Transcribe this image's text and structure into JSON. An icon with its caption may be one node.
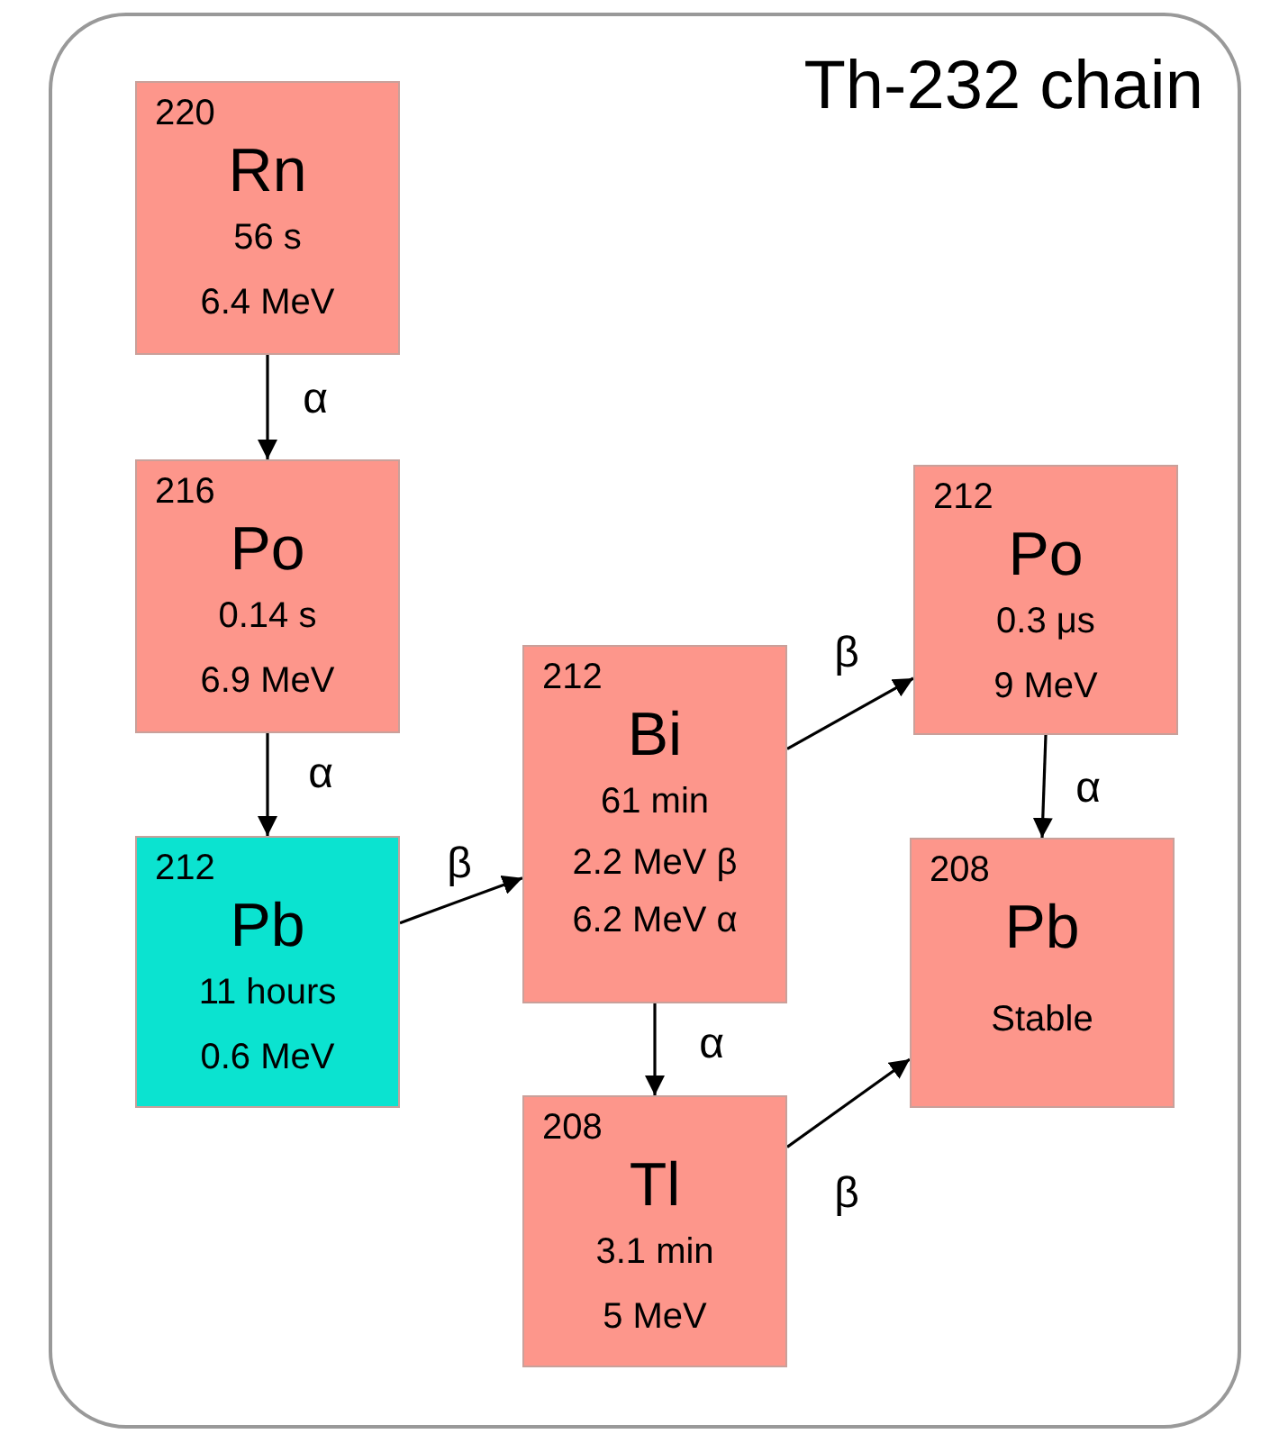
{
  "diagram": {
    "title": "Th-232 chain",
    "nodes": [
      {
        "text": [
          "220",
          "Rn",
          "56 s",
          "6.4 MeV"
        ]
      },
      {
        "text": [
          "216",
          "Po",
          "0.14 s",
          "6.9 MeV"
        ]
      },
      {
        "text": [
          "212",
          "Pb",
          "11 hours",
          "0.6 MeV"
        ]
      },
      {
        "text": [
          "212",
          "Bi",
          "61 min",
          "2.2 MeV β",
          "6.2 MeV α"
        ]
      },
      {
        "text": [
          "212",
          "Po",
          "0.3 μs",
          "9 MeV"
        ]
      },
      {
        "text": [
          "208",
          "Pb",
          "Stable"
        ]
      },
      {
        "text": [
          "208",
          "Tl",
          "3.1 min",
          "5 MeV"
        ]
      }
    ],
    "edges": [
      {
        "from": 0,
        "to": 1,
        "arrow": "to",
        "label": "α"
      },
      {
        "from": 1,
        "to": 2,
        "arrow": "to",
        "label": "α"
      },
      {
        "from": 2,
        "to": 3,
        "arrow": "to",
        "label": "β"
      },
      {
        "from": 3,
        "to": 4,
        "arrow": "to",
        "label": "β"
      },
      {
        "from": 4,
        "to": 5,
        "arrow": "to",
        "label": "α"
      },
      {
        "from": 3,
        "to": 6,
        "arrow": "to",
        "label": "α"
      },
      {
        "from": 6,
        "to": 5,
        "arrow": "to",
        "label": "β"
      }
    ]
  }
}
